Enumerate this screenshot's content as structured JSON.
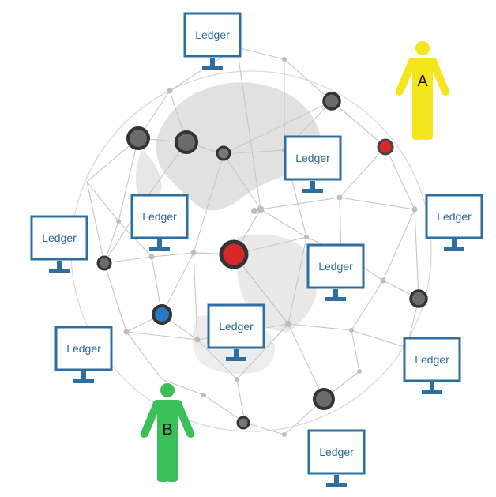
{
  "diagram": {
    "ledger_label": "Ledger",
    "colors": {
      "ledger_border": "#2e6fa3",
      "ledger_fill": "#ffffff",
      "ledger_text": "#2a6a96",
      "mesh_line": "#c6c6c6",
      "globe_land": "#dcdcdc",
      "node_dark": "#555555",
      "node_red": "#d62828",
      "node_blue": "#2a78c2",
      "person_a": "#f6e51d",
      "person_b": "#3bbf57"
    },
    "person_a_label": "A",
    "person_b_label": "B"
  }
}
